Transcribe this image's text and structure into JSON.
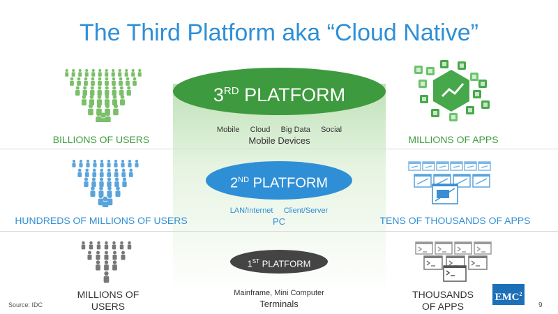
{
  "title": "The Third Platform aka “Cloud Native”",
  "colors": {
    "green": "#3e9a3e",
    "blue": "#2f8fd6",
    "dark": "#444444",
    "app_green": "#46a84a"
  },
  "platform3": {
    "label_prefix": "3",
    "label_sup": "RD",
    "label_rest": " PLATFORM",
    "items": [
      "Mobile",
      "Cloud",
      "Big Data",
      "Social"
    ],
    "devices": "Mobile Devices",
    "users": "BILLIONS OF USERS",
    "apps": "MILLIONS OF APPS"
  },
  "platform2": {
    "label_prefix": "2",
    "label_sup": "ND",
    "label_rest": " PLATFORM",
    "items": [
      "LAN/Internet",
      "Client/Server"
    ],
    "devices": "PC",
    "users": "HUNDREDS OF MILLIONS OF USERS",
    "apps": "TENS OF THOUSANDS OF APPS"
  },
  "platform1": {
    "label_prefix": "1",
    "label_sup": "ST",
    "label_rest": " PLATFORM",
    "items": [
      "Mainframe, Mini Computer"
    ],
    "devices": "Terminals",
    "users_line1": "MILLIONS OF",
    "users_line2": "USERS",
    "apps_line1": "THOUSANDS",
    "apps_line2": "OF APPS"
  },
  "footer": {
    "source": "Source: IDC",
    "page": "9",
    "logo": "EMC",
    "logo_sup": "2"
  }
}
